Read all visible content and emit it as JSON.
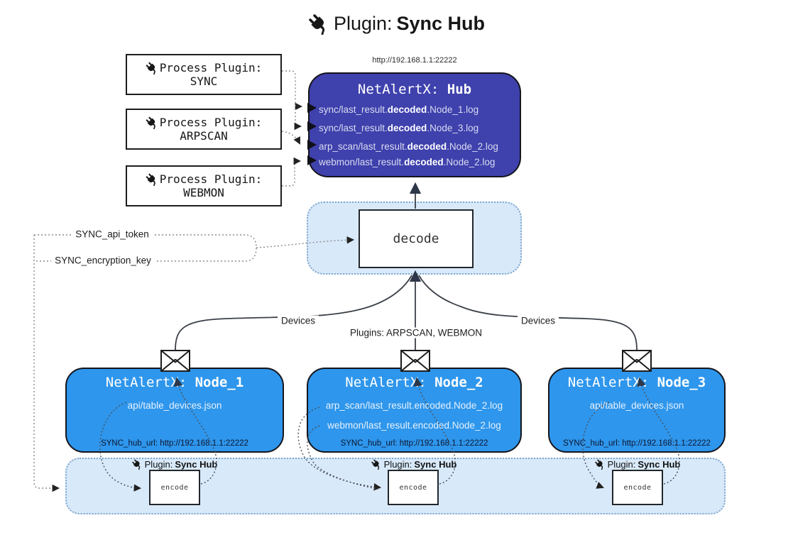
{
  "page_title": {
    "prefix": "Plugin:",
    "name": "Sync Hub"
  },
  "hub": {
    "url": "http://192.168.1.1:22222",
    "title_prefix": "NetAlertX:",
    "title_name": "Hub",
    "logs": [
      {
        "pre": "sync/last_result.",
        "bold": "decoded",
        "post": ".Node_1.log"
      },
      {
        "pre": "sync/last_result.",
        "bold": "decoded",
        "post": ".Node_3.log"
      },
      {
        "pre": "arp_scan/last_result.",
        "bold": "decoded",
        "post": ".Node_2.log"
      },
      {
        "pre": "webmon/last_result.",
        "bold": "decoded",
        "post": ".Node_2.log"
      }
    ]
  },
  "process_plugins": [
    {
      "label": "Process Plugin:",
      "name": "SYNC"
    },
    {
      "label": "Process Plugin:",
      "name": "ARPSCAN"
    },
    {
      "label": "Process Plugin:",
      "name": "WEBMON"
    }
  ],
  "decode_box": {
    "label": "decode"
  },
  "settings": {
    "api_token": "SYNC_api_token",
    "encryption_key": "SYNC_encryption_key"
  },
  "edge_labels": {
    "devices_left": "Devices",
    "devices_right": "Devices",
    "plugins_center": "Plugins: ARPSCAN, WEBMON"
  },
  "nodes": [
    {
      "title_prefix": "NetAlertX:",
      "title_name": "Node_1",
      "files": [
        "api/table_devices.json"
      ],
      "hub_url": "SYNC_hub_url: http://192.168.1.1:22222"
    },
    {
      "title_prefix": "NetAlertX:",
      "title_name": "Node_2",
      "files": [
        "arp_scan/last_result.encoded.Node_2.log",
        "webmon/last_result.encoded.Node_2.log"
      ],
      "hub_url": "SYNC_hub_url: http://192.168.1.1:22222"
    },
    {
      "title_prefix": "NetAlertX:",
      "title_name": "Node_3",
      "files": [
        "api/table_devices.json"
      ],
      "hub_url": "SYNC_hub_url: http://192.168.1.1:22222"
    }
  ],
  "encoders": [
    {
      "plugin_prefix": "Plugin:",
      "plugin_name": "Sync Hub",
      "box_label": "encode"
    },
    {
      "plugin_prefix": "Plugin:",
      "plugin_name": "Sync Hub",
      "box_label": "encode"
    },
    {
      "plugin_prefix": "Plugin:",
      "plugin_name": "Sync Hub",
      "box_label": "encode"
    }
  ],
  "colors": {
    "hub_fill": "#3F41AD",
    "node_fill": "#2E96EC",
    "panel_fill": "#D8E9FA",
    "panel_border": "#7FA7CC",
    "line": "#3b4048",
    "arrow_dark": "#2d3748"
  }
}
